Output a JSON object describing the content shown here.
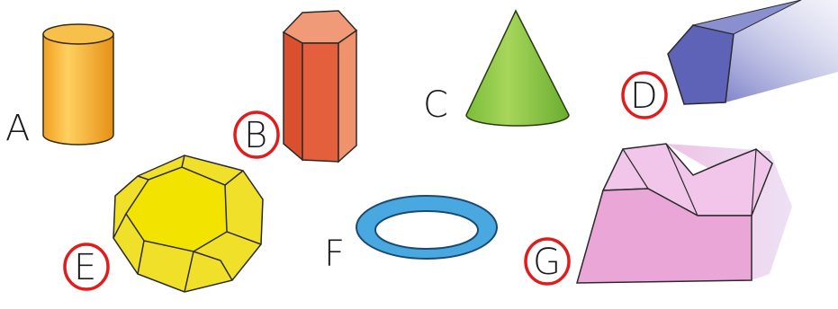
{
  "shapes": [
    {
      "id": "A",
      "label": "A",
      "name": "cylinder",
      "color": "#f5a623",
      "circled": false
    },
    {
      "id": "B",
      "label": "B",
      "name": "hexagonal-prism",
      "color": "#e8684a",
      "circled": true
    },
    {
      "id": "C",
      "label": "C",
      "name": "cone",
      "color": "#8ec63f",
      "circled": false
    },
    {
      "id": "D",
      "label": "D",
      "name": "pentagonal-prism",
      "color": "#6a6fc0",
      "circled": true
    },
    {
      "id": "E",
      "label": "E",
      "name": "truncated-octahedron",
      "color": "#f2e51f",
      "circled": true
    },
    {
      "id": "F",
      "label": "F",
      "name": "torus",
      "color": "#4aa8e0",
      "circled": false
    },
    {
      "id": "G",
      "label": "G",
      "name": "irregular-prism",
      "color": "#ecb0dc",
      "circled": true
    }
  ],
  "colors": {
    "circle_outline": "#e01c1c",
    "edge": "#2a2a2a"
  }
}
